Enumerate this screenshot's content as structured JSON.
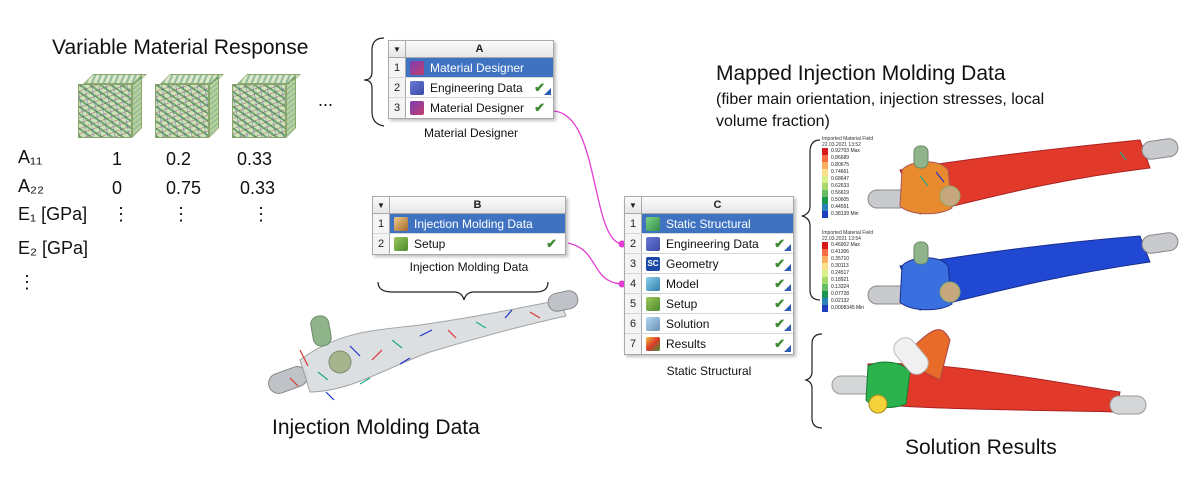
{
  "material_response": {
    "title": "Variable Material Response",
    "ellipsis": "...",
    "rows": [
      {
        "label": "A₁₁",
        "values": [
          "1",
          "0.2",
          "0.33"
        ]
      },
      {
        "label": "A₂₂",
        "values": [
          "0",
          "0.75",
          "0.33"
        ]
      },
      {
        "label": "E₁ [GPa]",
        "values": [
          "⋮",
          "⋮",
          "⋮"
        ]
      },
      {
        "label": "E₂ [GPa]",
        "values": []
      },
      {
        "label": "⋮",
        "values": []
      }
    ]
  },
  "system_a": {
    "letter": "A",
    "caption": "Material Designer",
    "rows": [
      {
        "num": "1",
        "label": "Material Designer",
        "icon": "material-designer-icon",
        "selected": true,
        "check": "",
        "tri": false
      },
      {
        "num": "2",
        "label": "Engineering Data",
        "icon": "engineering-data-icon",
        "selected": false,
        "check": "✔",
        "tri": true
      },
      {
        "num": "3",
        "label": "Material Designer",
        "icon": "material-designer-icon",
        "selected": false,
        "check": "✔",
        "tri": false
      }
    ]
  },
  "system_b": {
    "letter": "B",
    "caption": "Injection Molding Data",
    "rows": [
      {
        "num": "1",
        "label": "Injection Molding Data",
        "icon": "injection-molding-icon",
        "selected": true,
        "check": "",
        "tri": false
      },
      {
        "num": "2",
        "label": "Setup",
        "icon": "setup-icon",
        "selected": false,
        "check": "✔",
        "tri": false
      }
    ]
  },
  "system_c": {
    "letter": "C",
    "caption": "Static Structural",
    "rows": [
      {
        "num": "1",
        "label": "Static Structural",
        "icon": "static-structural-icon",
        "selected": true,
        "check": "",
        "tri": false
      },
      {
        "num": "2",
        "label": "Engineering Data",
        "icon": "engineering-data-icon",
        "selected": false,
        "check": "✔",
        "tri": true
      },
      {
        "num": "3",
        "label": "Geometry",
        "icon": "geometry-icon",
        "selected": false,
        "check": "✔",
        "tri": true
      },
      {
        "num": "4",
        "label": "Model",
        "icon": "model-icon",
        "selected": false,
        "check": "✔",
        "tri": true
      },
      {
        "num": "5",
        "label": "Setup",
        "icon": "setup-icon",
        "selected": false,
        "check": "✔",
        "tri": true
      },
      {
        "num": "6",
        "label": "Solution",
        "icon": "solution-icon",
        "selected": false,
        "check": "✔",
        "tri": true
      },
      {
        "num": "7",
        "label": "Results",
        "icon": "results-icon",
        "selected": false,
        "check": "✔",
        "tri": true
      }
    ]
  },
  "labels": {
    "injection_molding": "Injection Molding Data",
    "mapped_title": "Mapped Injection Molding Data",
    "mapped_sub1": "(fiber main orientation, injection stresses, local",
    "mapped_sub2": "volume fraction)",
    "solution_results": "Solution Results",
    "geometry_icon_text": "SC"
  },
  "legend_1": {
    "title": "Imported Material Field",
    "date": "22.03.2021 13:52",
    "values": [
      "0.92703 Max",
      "0.86689",
      "0.80675",
      "0.74661",
      "0.68647",
      "0.62633",
      "0.56619",
      "0.50605",
      "0.44591",
      "0.38139 Min"
    ],
    "colors": [
      "#d7191c",
      "#f46d43",
      "#fdae61",
      "#fee08b",
      "#d9ef8b",
      "#a6d96a",
      "#66bd63",
      "#1a9850",
      "#2b83ba",
      "#1f3fbf"
    ]
  },
  "legend_2": {
    "title": "Imported Material Field",
    "date": "22.03.2021 13:54",
    "values": [
      "0.46902 Max",
      "0.41306",
      "0.35710",
      "0.30113",
      "0.24517",
      "0.18921",
      "0.13324",
      "0.07728",
      "0.02132",
      "0.0008345 Min"
    ],
    "colors": [
      "#d7191c",
      "#f46d43",
      "#fdae61",
      "#fee08b",
      "#d9ef8b",
      "#a6d96a",
      "#66bd63",
      "#1a9850",
      "#2b83ba",
      "#1f3fbf"
    ]
  }
}
